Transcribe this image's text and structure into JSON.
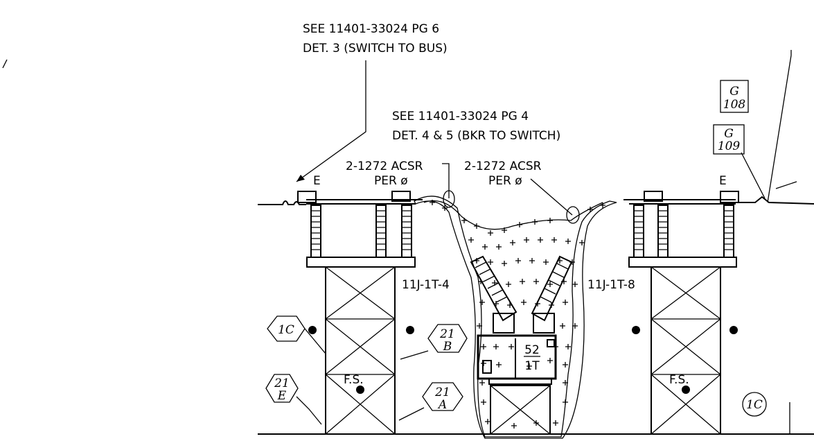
{
  "notes": {
    "note1_line1": "SEE 11401-33024 PG 6",
    "note1_line2": "DET. 3 (SWITCH TO BUS)",
    "note2_line1": "SEE 11401-33024 PG 4",
    "note2_line2": "DET. 4 & 5 (BKR TO SWITCH)",
    "cond1_line1": "2-1272 ACSR",
    "cond1_line2": "PER ø",
    "cond2_line1": "2-1272 ACSR",
    "cond2_line2": "PER ø",
    "switch_left_tag": "11J-1T-4",
    "switch_right_tag": "11J-1T-8",
    "end_left": "E",
    "end_right": "E",
    "fs_left": "F.S.",
    "fs_right": "F.S.",
    "breaker_num": "52",
    "breaker_sub": "1T"
  },
  "callouts": {
    "hex_1c": "1C",
    "hex_21e_top": "21",
    "hex_21e_bot": "E",
    "hex_21b_top": "21",
    "hex_21b_bot": "B",
    "hex_21a_top": "21",
    "hex_21a_bot": "A",
    "circle_1c": "1C",
    "box_g108_top": "G",
    "box_g108_bot": "108",
    "box_g109_top": "G",
    "box_g109_bot": "109"
  },
  "colors": {
    "ink": "#000000",
    "paper": "#ffffff"
  }
}
